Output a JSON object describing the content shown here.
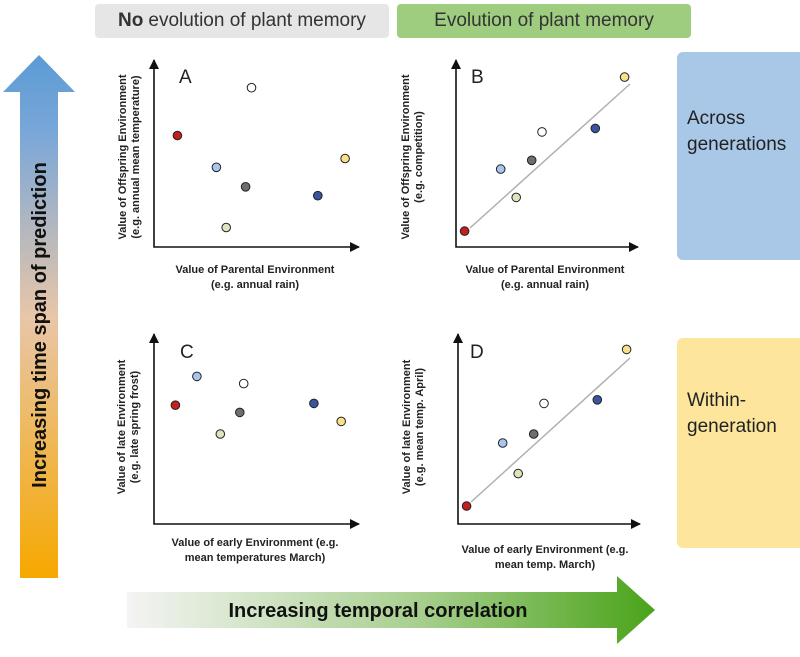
{
  "header": {
    "left": {
      "bold": "No",
      "rest": "evolution of plant memory"
    },
    "right": {
      "text": "Evolution of plant memory"
    }
  },
  "side_labels": {
    "across": [
      "Across",
      "generations"
    ],
    "within": [
      "Within-",
      "generation"
    ]
  },
  "arrows": {
    "vertical": "Increasing time span of prediction",
    "horizontal": "Increasing temporal correlation"
  },
  "colors": {
    "red": "#c41e1e",
    "light_blue": "#a9c7ee",
    "white": "#ffffff",
    "dark_gray": "#6e6e6e",
    "light_green": "#dbe6bf",
    "navy": "#3a55a0",
    "yellow": "#f9e08a",
    "fit_line": "#b0b0b0",
    "arrow_blue": "#5b9bd5",
    "arrow_orange": "#f6a800",
    "arrow_green": "#4aa31a"
  },
  "panels": [
    {
      "id": "A",
      "letter": "A",
      "ylabel": [
        "Value of Offspring Environment",
        "(e.g. annual mean temperature)"
      ],
      "xlabel": [
        "Value of Parental Environment",
        "(e.g. annual rain)"
      ],
      "fit_line": false,
      "points": [
        {
          "x": 0.12,
          "y": 0.63,
          "color": "red"
        },
        {
          "x": 0.32,
          "y": 0.45,
          "color": "light_blue"
        },
        {
          "x": 0.5,
          "y": 0.9,
          "color": "white"
        },
        {
          "x": 0.47,
          "y": 0.34,
          "color": "dark_gray"
        },
        {
          "x": 0.37,
          "y": 0.11,
          "color": "light_green"
        },
        {
          "x": 0.84,
          "y": 0.29,
          "color": "navy"
        },
        {
          "x": 0.98,
          "y": 0.5,
          "color": "yellow"
        }
      ]
    },
    {
      "id": "B",
      "letter": "B",
      "ylabel": [
        "Value of Offspring Environment",
        "(e.g. competition)"
      ],
      "xlabel": [
        "Value of Parental Environment",
        "(e.g. annual rain)"
      ],
      "fit_line": true,
      "points": [
        {
          "x": 0.05,
          "y": 0.09,
          "color": "red"
        },
        {
          "x": 0.26,
          "y": 0.44,
          "color": "light_blue"
        },
        {
          "x": 0.35,
          "y": 0.28,
          "color": "light_green"
        },
        {
          "x": 0.44,
          "y": 0.49,
          "color": "dark_gray"
        },
        {
          "x": 0.5,
          "y": 0.65,
          "color": "white"
        },
        {
          "x": 0.81,
          "y": 0.67,
          "color": "navy"
        },
        {
          "x": 0.98,
          "y": 0.96,
          "color": "yellow"
        }
      ]
    },
    {
      "id": "C",
      "letter": "C",
      "ylabel": [
        "Value of late Environment",
        "(e.g. late spring frost)"
      ],
      "xlabel": [
        "Value of early Environment (e.g.",
        "mean temperatures March)"
      ],
      "fit_line": false,
      "points": [
        {
          "x": 0.22,
          "y": 0.82,
          "color": "light_blue"
        },
        {
          "x": 0.11,
          "y": 0.66,
          "color": "red"
        },
        {
          "x": 0.44,
          "y": 0.62,
          "color": "dark_gray"
        },
        {
          "x": 0.46,
          "y": 0.78,
          "color": "white"
        },
        {
          "x": 0.34,
          "y": 0.5,
          "color": "light_green"
        },
        {
          "x": 0.82,
          "y": 0.67,
          "color": "navy"
        },
        {
          "x": 0.96,
          "y": 0.57,
          "color": "yellow"
        }
      ]
    },
    {
      "id": "D",
      "letter": "D",
      "ylabel": [
        "Value of late Environment",
        "(e.g. mean temp. April)"
      ],
      "xlabel": [
        "Value of early Environment (e.g.",
        "mean temp. March)"
      ],
      "fit_line": true,
      "points": [
        {
          "x": 0.05,
          "y": 0.1,
          "color": "red"
        },
        {
          "x": 0.26,
          "y": 0.45,
          "color": "light_blue"
        },
        {
          "x": 0.35,
          "y": 0.28,
          "color": "light_green"
        },
        {
          "x": 0.44,
          "y": 0.5,
          "color": "dark_gray"
        },
        {
          "x": 0.5,
          "y": 0.67,
          "color": "white"
        },
        {
          "x": 0.81,
          "y": 0.69,
          "color": "navy"
        },
        {
          "x": 0.98,
          "y": 0.97,
          "color": "yellow"
        }
      ]
    }
  ]
}
